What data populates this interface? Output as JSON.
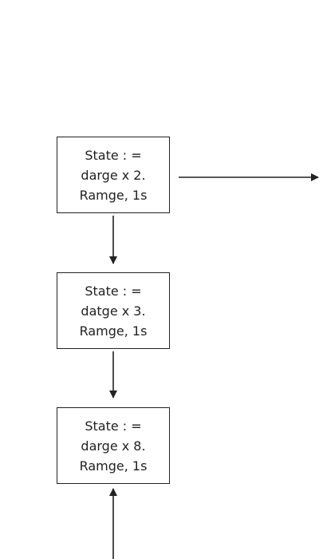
{
  "diagram": {
    "states": [
      {
        "line1": "State : =",
        "line2": "darge x 2.",
        "line3": "Ramge, 1s"
      },
      {
        "line1": "State : =",
        "line2": "datge x 3.",
        "line3": "Ramge, 1s"
      },
      {
        "line1": "State : =",
        "line2": "darge x 8.",
        "line3": "Ramge, 1s"
      }
    ],
    "colors": {
      "stroke": "#222222",
      "background": "#ffffff"
    }
  }
}
